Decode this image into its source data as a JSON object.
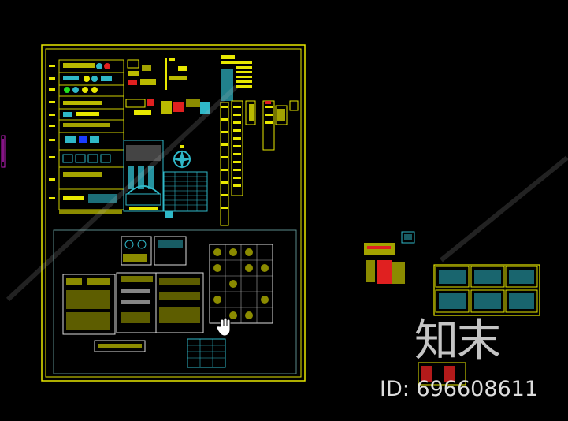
{
  "app": {
    "viewport": "cad-drawing-viewport",
    "background": "#000000"
  },
  "colors": {
    "yellow": "#ffff00",
    "cyan": "#2fb8c8",
    "white": "#ffffff",
    "red": "#ff2020",
    "green": "#20e020",
    "blue": "#1a3cff",
    "magenta": "#e020e0",
    "frame_teal": "#5a8a8a"
  },
  "watermark": {
    "logo_text": "知末",
    "id_text": "ID: 696608611"
  },
  "cursor": {
    "icon": "hand-pan-icon"
  }
}
